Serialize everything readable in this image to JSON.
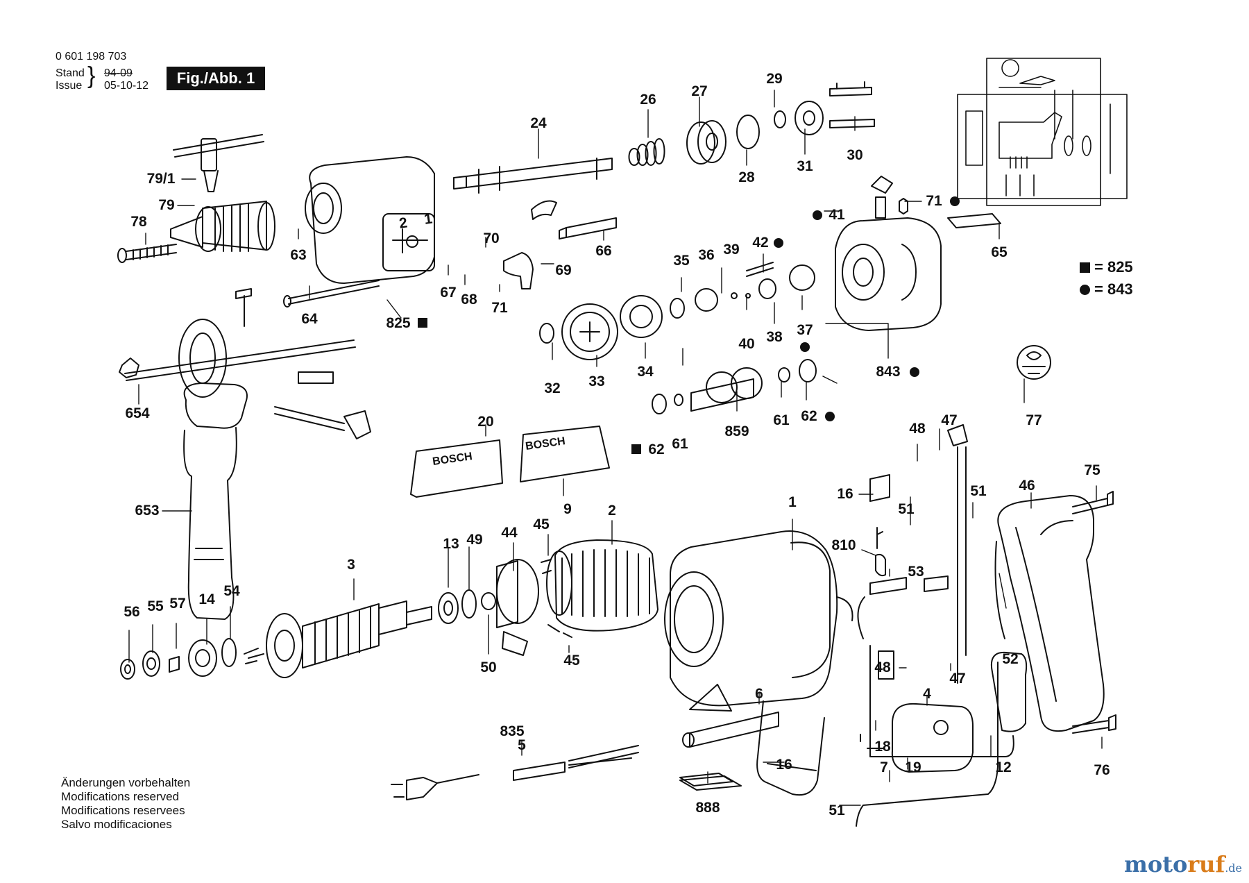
{
  "header": {
    "part_number": "0 601 198 703",
    "stand_label": "Stand",
    "issue_label": "Issue",
    "stand_date": "94-09",
    "issue_date": "05-10-12",
    "figure_label": "Fig./Abb. 1"
  },
  "legend": [
    {
      "symbol": "square",
      "text": "= 825"
    },
    {
      "symbol": "dot",
      "text": "= 843"
    }
  ],
  "notice": [
    "Änderungen vorbehalten",
    "Modifications reserved",
    "Modifications reservees",
    "Salvo modificaciones"
  ],
  "brand_label": "BOSCH",
  "watermark": {
    "part1": "moto",
    "part2": "ruf",
    "part3": ".de"
  },
  "callouts": [
    {
      "id": "24",
      "text": "24"
    },
    {
      "id": "26",
      "text": "26"
    },
    {
      "id": "27",
      "text": "27"
    },
    {
      "id": "29",
      "text": "29"
    },
    {
      "id": "28",
      "text": "28"
    },
    {
      "id": "31",
      "text": "31"
    },
    {
      "id": "30",
      "text": "30"
    },
    {
      "id": "79-1",
      "text": "79/1"
    },
    {
      "id": "79",
      "text": "79"
    },
    {
      "id": "78",
      "text": "78"
    },
    {
      "id": "63",
      "text": "63"
    },
    {
      "id": "66",
      "text": "66"
    },
    {
      "id": "70",
      "text": "70"
    },
    {
      "id": "69",
      "text": "69"
    },
    {
      "id": "67",
      "text": "67"
    },
    {
      "id": "68",
      "text": "68"
    },
    {
      "id": "71a",
      "text": "71"
    },
    {
      "id": "64",
      "text": "64"
    },
    {
      "id": "825",
      "text": "825"
    },
    {
      "id": "41",
      "text": "41"
    },
    {
      "id": "71b",
      "text": "71"
    },
    {
      "id": "65",
      "text": "65"
    },
    {
      "id": "42",
      "text": "42"
    },
    {
      "id": "35",
      "text": "35"
    },
    {
      "id": "36",
      "text": "36"
    },
    {
      "id": "39",
      "text": "39"
    },
    {
      "id": "40",
      "text": "40"
    },
    {
      "id": "38",
      "text": "38"
    },
    {
      "id": "37",
      "text": "37"
    },
    {
      "id": "843",
      "text": "843"
    },
    {
      "id": "32",
      "text": "32"
    },
    {
      "id": "33",
      "text": "33"
    },
    {
      "id": "34",
      "text": "34"
    },
    {
      "id": "61a",
      "text": "61"
    },
    {
      "id": "62a",
      "text": "62"
    },
    {
      "id": "859",
      "text": "859"
    },
    {
      "id": "62b",
      "text": "62"
    },
    {
      "id": "61b",
      "text": "61"
    },
    {
      "id": "77",
      "text": "77"
    },
    {
      "id": "654",
      "text": "654"
    },
    {
      "id": "653",
      "text": "653"
    },
    {
      "id": "20",
      "text": "20"
    },
    {
      "id": "9",
      "text": "9"
    },
    {
      "id": "2",
      "text": "2"
    },
    {
      "id": "1",
      "text": "1"
    },
    {
      "id": "48a",
      "text": "48"
    },
    {
      "id": "47a",
      "text": "47"
    },
    {
      "id": "16a",
      "text": "16"
    },
    {
      "id": "51a",
      "text": "51"
    },
    {
      "id": "51b",
      "text": "51"
    },
    {
      "id": "46",
      "text": "46"
    },
    {
      "id": "75",
      "text": "75"
    },
    {
      "id": "810",
      "text": "810"
    },
    {
      "id": "53",
      "text": "53"
    },
    {
      "id": "52",
      "text": "52"
    },
    {
      "id": "48b",
      "text": "48"
    },
    {
      "id": "47b",
      "text": "47"
    },
    {
      "id": "4",
      "text": "4"
    },
    {
      "id": "12",
      "text": "12"
    },
    {
      "id": "18",
      "text": "18"
    },
    {
      "id": "19",
      "text": "19"
    },
    {
      "id": "7",
      "text": "7"
    },
    {
      "id": "76",
      "text": "76"
    },
    {
      "id": "51c",
      "text": "51"
    },
    {
      "id": "16b",
      "text": "16"
    },
    {
      "id": "6",
      "text": "6"
    },
    {
      "id": "888",
      "text": "888"
    },
    {
      "id": "835",
      "text": "835"
    },
    {
      "id": "5",
      "text": "5"
    },
    {
      "id": "3",
      "text": "3"
    },
    {
      "id": "13",
      "text": "13"
    },
    {
      "id": "49",
      "text": "49"
    },
    {
      "id": "44",
      "text": "44"
    },
    {
      "id": "45a",
      "text": "45"
    },
    {
      "id": "45b",
      "text": "45"
    },
    {
      "id": "50",
      "text": "50"
    },
    {
      "id": "56",
      "text": "56"
    },
    {
      "id": "55",
      "text": "55"
    },
    {
      "id": "57",
      "text": "57"
    },
    {
      "id": "14",
      "text": "14"
    },
    {
      "id": "54",
      "text": "54"
    },
    {
      "id": "fig-1",
      "text": "1"
    },
    {
      "id": "fig-2",
      "text": "2"
    }
  ],
  "colors": {
    "ink": "#111111",
    "paper": "#ffffff"
  }
}
